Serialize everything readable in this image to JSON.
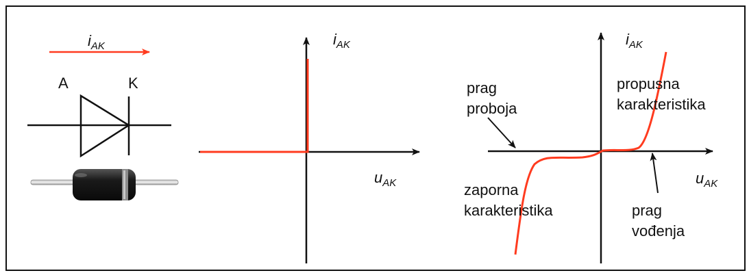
{
  "colors": {
    "curve": "#ff3b1f",
    "ink": "#111111",
    "frame": "#111111",
    "bg": "#ffffff"
  },
  "symbol": {
    "current_label": {
      "main": "i",
      "sub": "AK"
    },
    "anode_label": "A",
    "cathode_label": "K"
  },
  "ideal_plot": {
    "y_label": {
      "main": "i",
      "sub": "AK"
    },
    "x_label": {
      "main": "u",
      "sub": "AK"
    }
  },
  "real_plot": {
    "y_label": {
      "main": "i",
      "sub": "AK"
    },
    "x_label": {
      "main": "u",
      "sub": "AK"
    },
    "annotations": {
      "breakdown": [
        "prag",
        "proboja"
      ],
      "forward": [
        "propusna",
        "karakteristika"
      ],
      "reverse": [
        "zaporna",
        "karakteristika"
      ],
      "conduction": [
        "prag",
        "vođenja"
      ]
    }
  }
}
